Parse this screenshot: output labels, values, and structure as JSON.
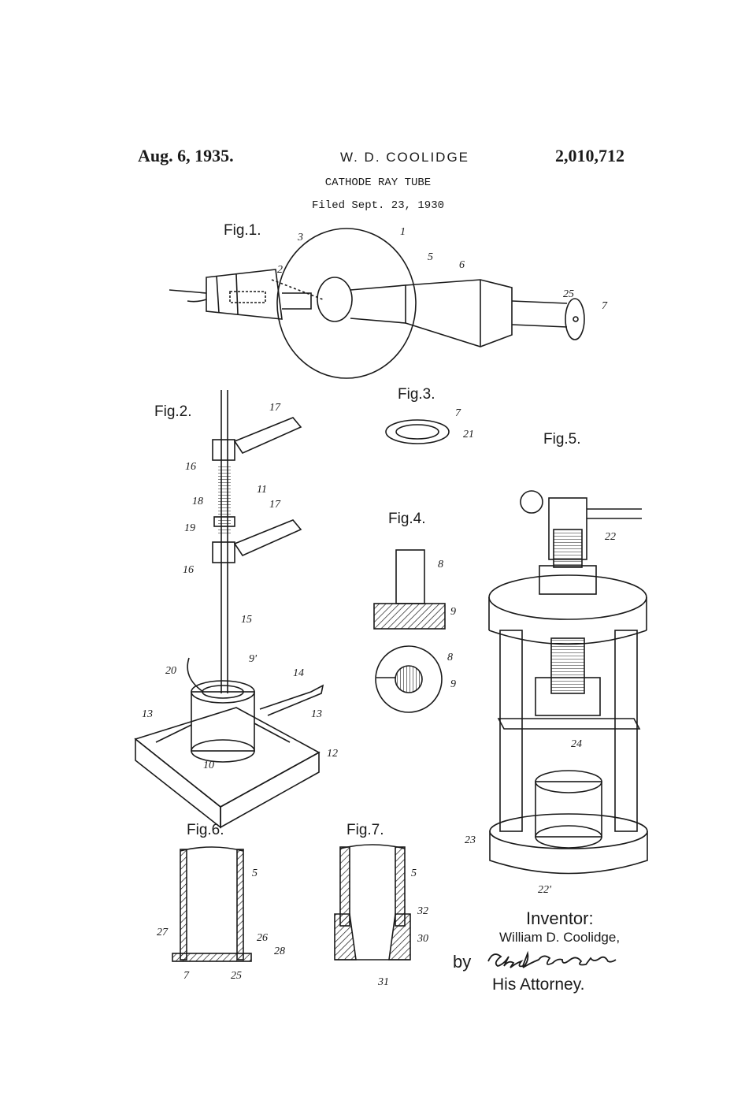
{
  "header": {
    "date": "Aug. 6, 1935.",
    "inventor": "W. D. COOLIDGE",
    "patent_number": "2,010,712",
    "title": "CATHODE RAY TUBE",
    "filed": "Filed Sept. 23, 1930"
  },
  "figures": {
    "fig1": "Fig.1.",
    "fig2": "Fig.2.",
    "fig3": "Fig.3.",
    "fig4": "Fig.4.",
    "fig5": "Fig.5.",
    "fig6": "Fig.6.",
    "fig7": "Fig.7."
  },
  "reference_numerals": {
    "fig1": [
      "3",
      "1",
      "2",
      "5",
      "6",
      "25",
      "7"
    ],
    "fig2": [
      "17",
      "16",
      "18",
      "11",
      "17",
      "19",
      "16",
      "15",
      "20",
      "9'",
      "14",
      "13",
      "13",
      "12",
      "10"
    ],
    "fig3": [
      "7",
      "21"
    ],
    "fig4": [
      "8",
      "9",
      "8",
      "9"
    ],
    "fig5": [
      "22",
      "24",
      "23",
      "22'"
    ],
    "fig6": [
      "5",
      "27",
      "26",
      "28",
      "7",
      "25"
    ],
    "fig7": [
      "5",
      "32",
      "30",
      "31"
    ]
  },
  "signature_block": {
    "inventor_heading": "Inventor:",
    "inventor_name": "William D. Coolidge,",
    "by": "by",
    "attorney_signature": "Charles V. Mullen",
    "attorney_label": "His Attorney."
  }
}
